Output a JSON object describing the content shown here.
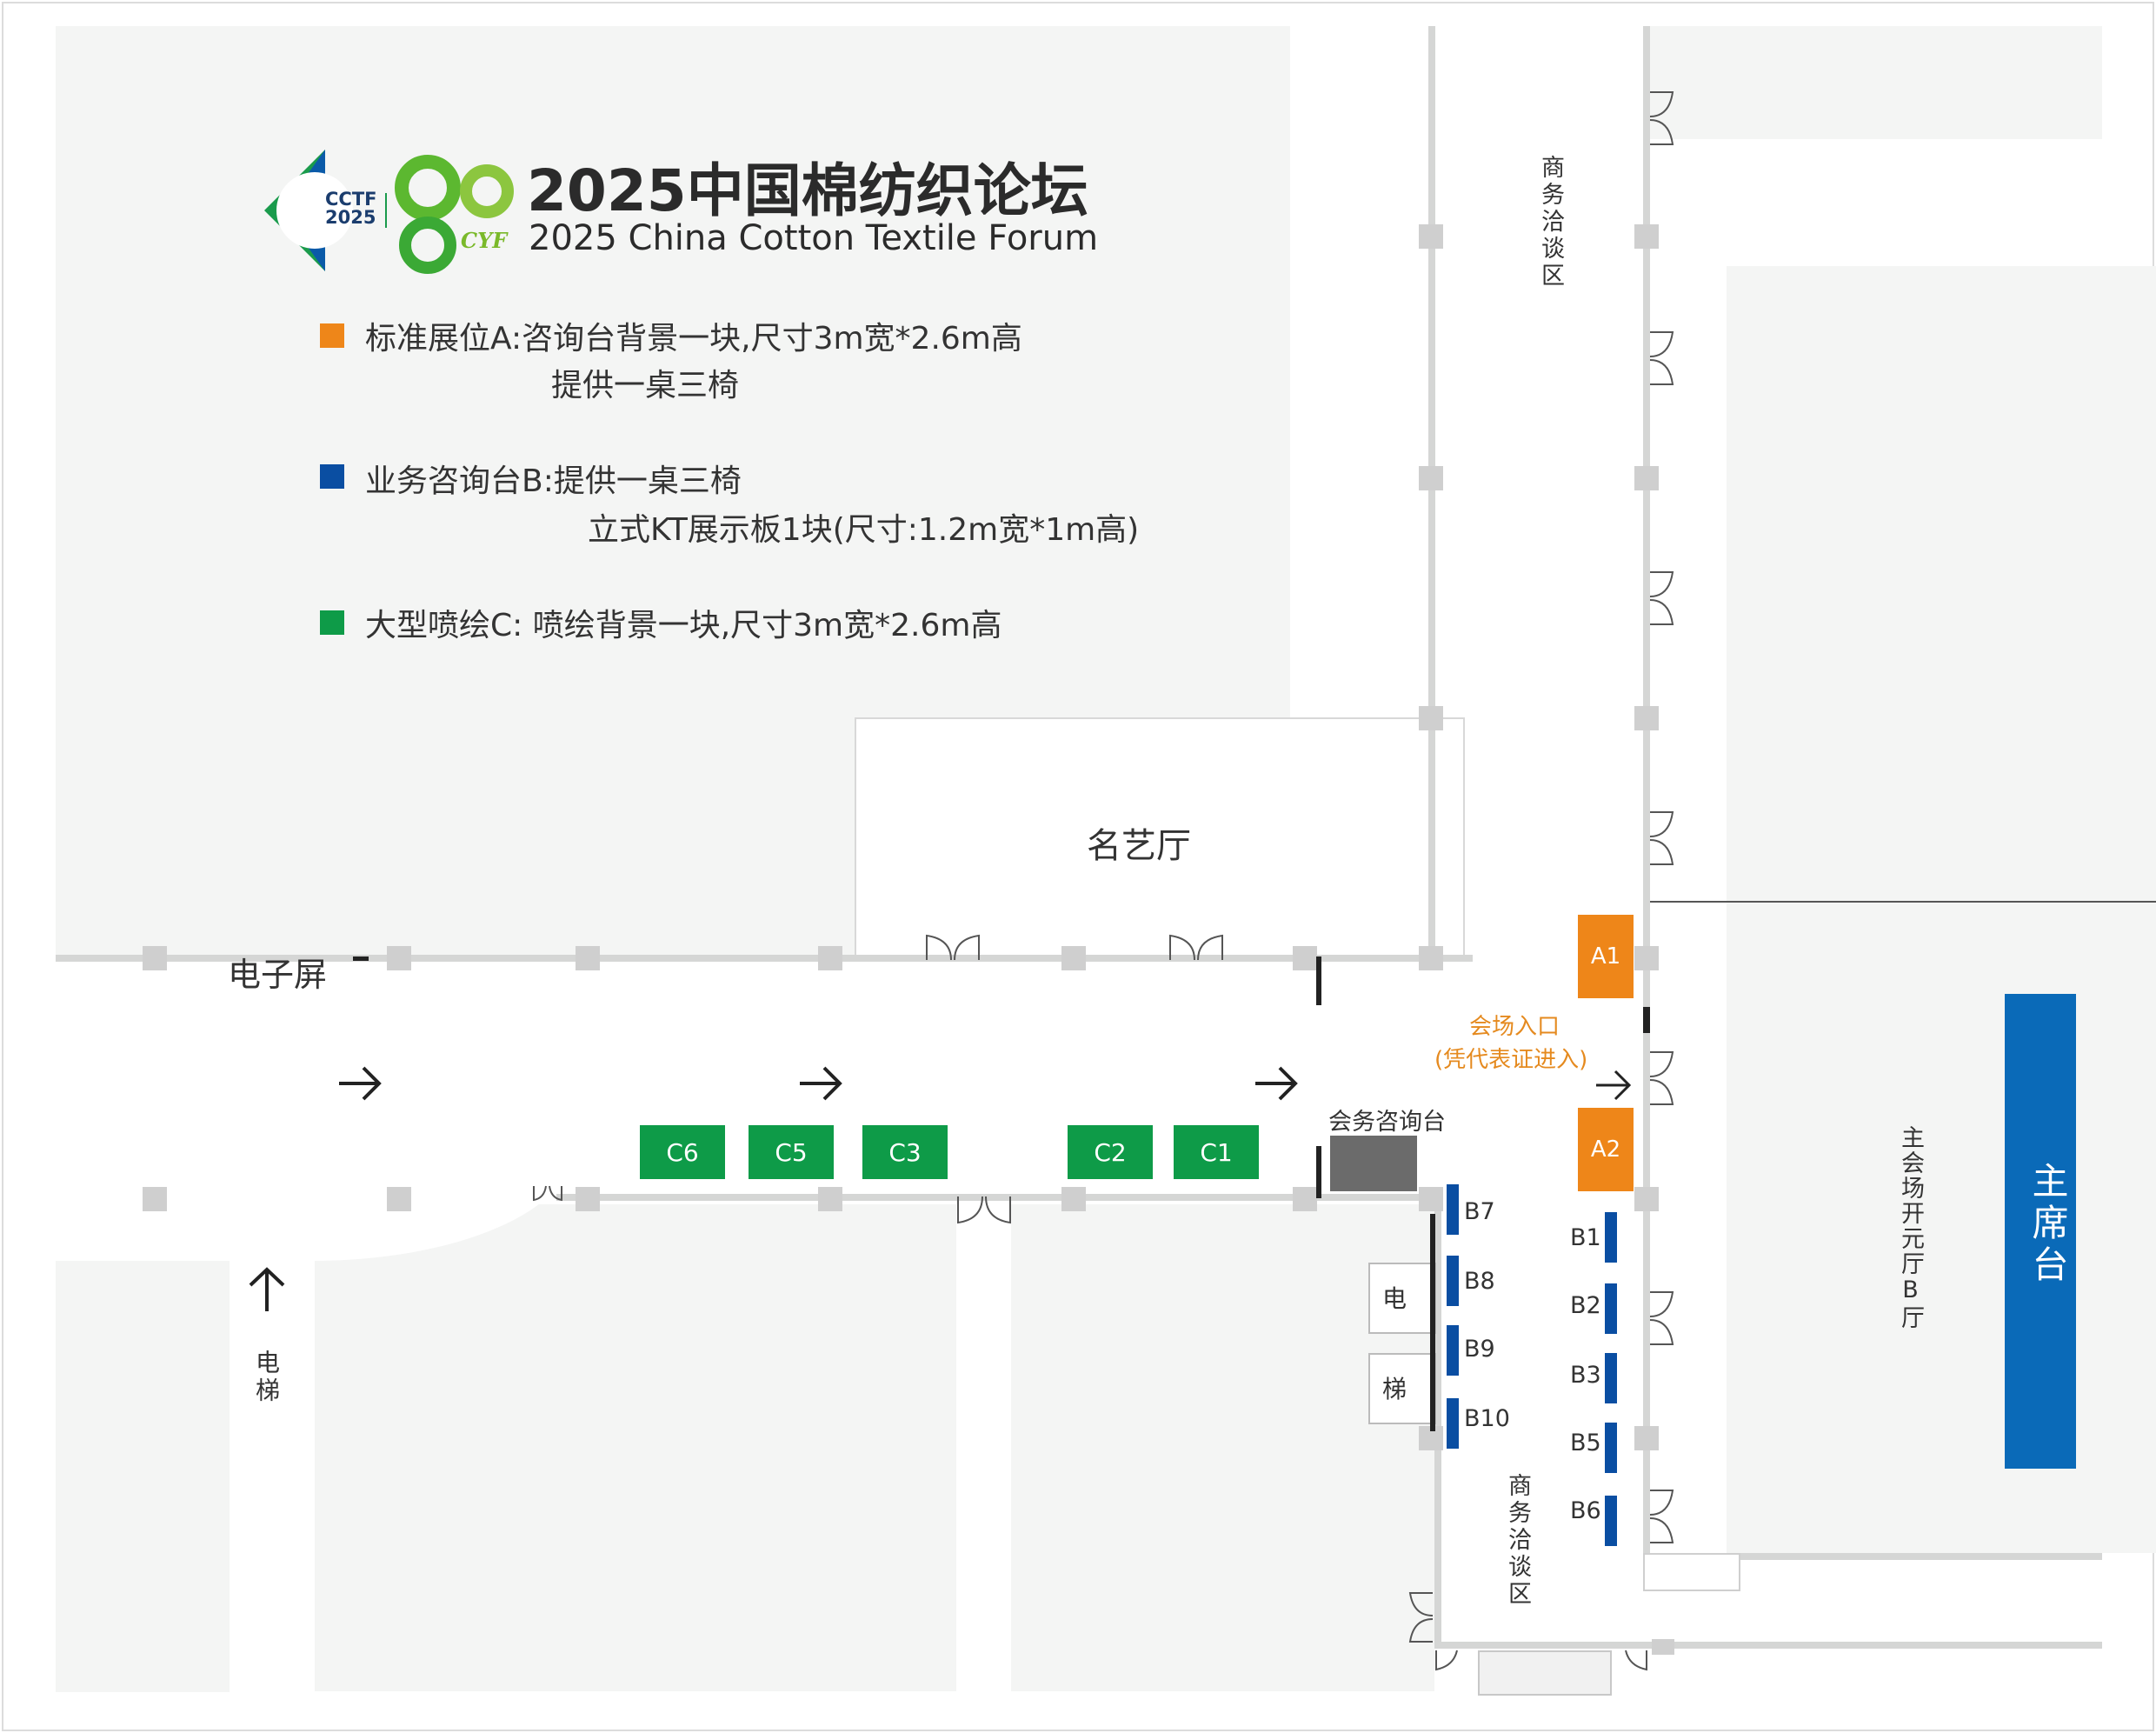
{
  "header": {
    "logo_left_line1": "CCTF",
    "logo_left_line2": "2025",
    "logo_right_text": "CYF",
    "title_cn": "2025中国棉纺织论坛",
    "title_en": "2025 China Cotton Textile Forum"
  },
  "legend": {
    "items": [
      {
        "color": "#ee8619",
        "line1": "标准展位A:咨询台背景一块,尺寸3m宽*2.6m高",
        "line2": "提供一桌三椅"
      },
      {
        "color": "#0a4ea2",
        "line1": "业务咨询台B:提供一桌三椅",
        "line2": "立式KT展示板1块(尺寸:1.2m宽*1m高)"
      },
      {
        "color": "#0e9b48",
        "line1": "大型喷绘C: 喷绘背景一块,尺寸3m宽*2.6m高",
        "line2": ""
      }
    ]
  },
  "rooms": {
    "mingyi_hall": "名艺厅",
    "business_area_top": "商务洽谈区",
    "business_area_bottom": "商务洽谈区",
    "main_hall": "主会场开元厅B厅",
    "main_stage": "主席台",
    "screen": "电子屏",
    "elevator_left": "电梯",
    "elevator_char1": "电",
    "elevator_char2": "梯",
    "info_desk": "会务咨询台",
    "entrance_line1": "会场入口",
    "entrance_line2": "(凭代表证进入)"
  },
  "booths": {
    "c": [
      "C6",
      "C5",
      "C3",
      "C2",
      "C1"
    ],
    "a": [
      "A1",
      "A2"
    ],
    "b_left": [
      "B7",
      "B8",
      "B9",
      "B10"
    ],
    "b_right": [
      "B1",
      "B2",
      "B3",
      "B5",
      "B6"
    ]
  },
  "colors": {
    "standard_booth_a": "#ee8619",
    "consult_desk_b": "#0a4ea2",
    "banner_c": "#0e9b48",
    "main_stage": "#0a6ab8",
    "info_desk": "#6b6b6b",
    "entrance_text": "#e58a1f"
  }
}
